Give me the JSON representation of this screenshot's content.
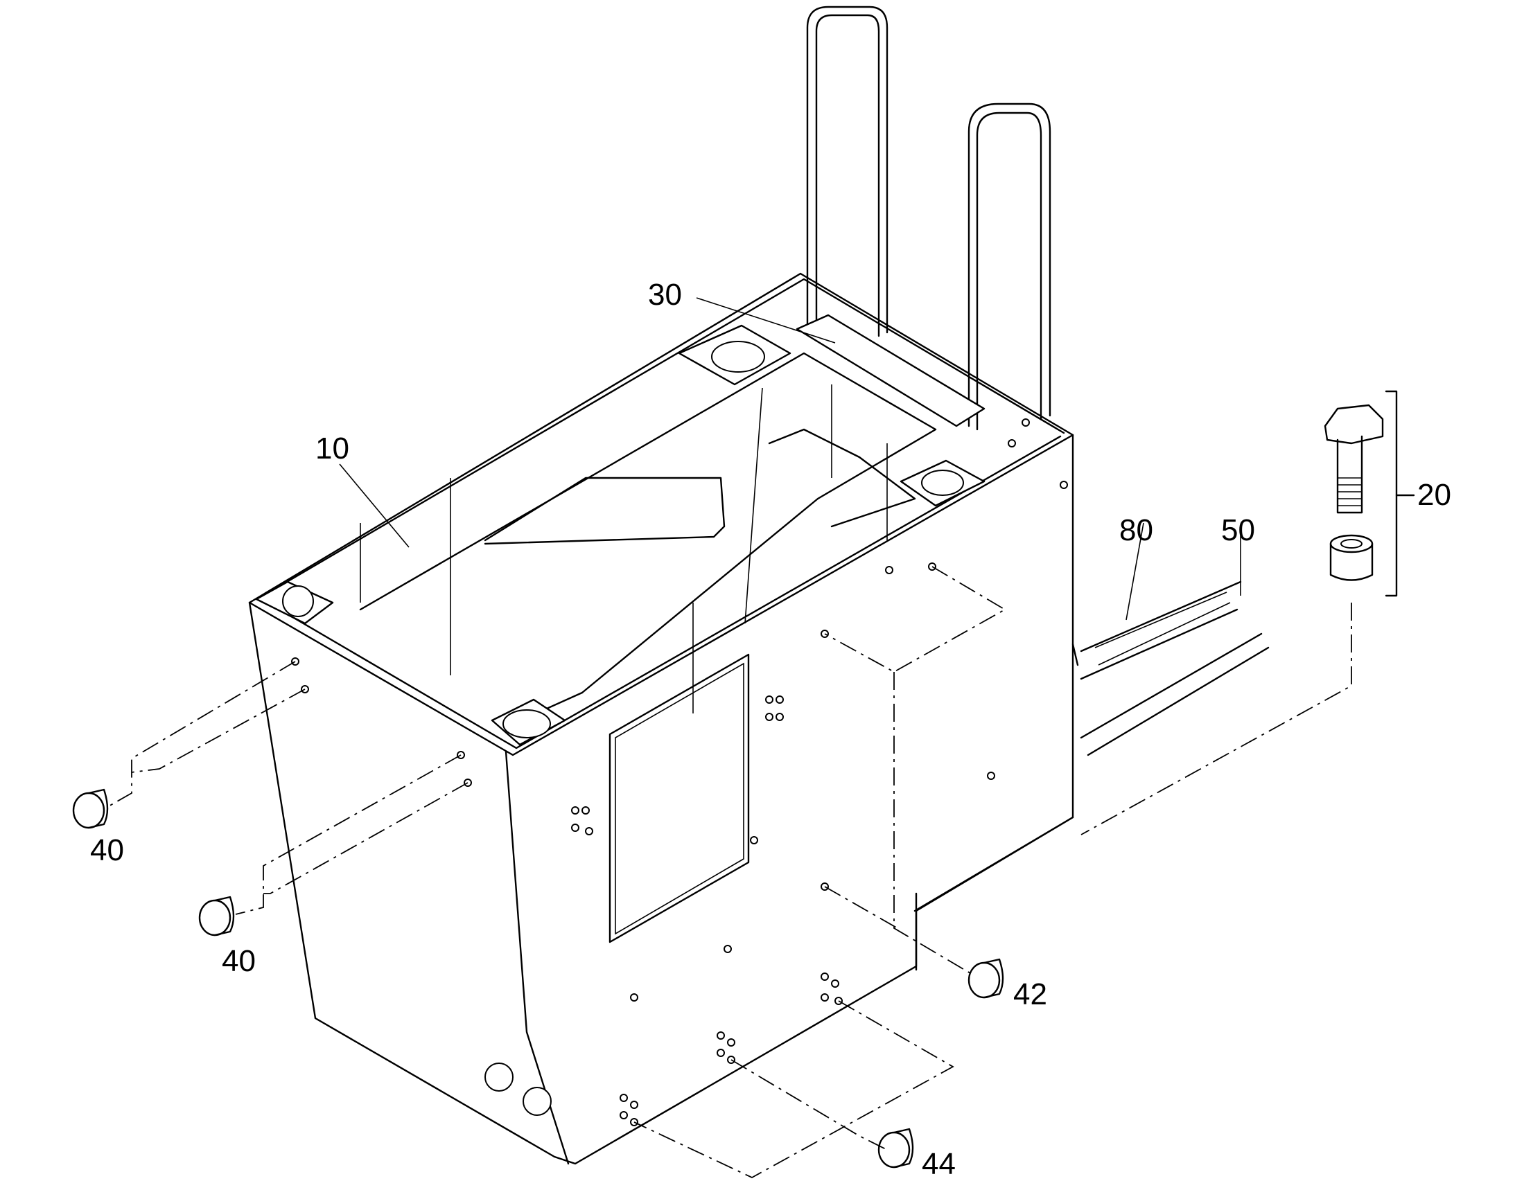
{
  "callouts": [
    {
      "id": "label-10",
      "text": "10"
    },
    {
      "id": "label-20",
      "text": "20"
    },
    {
      "id": "label-30",
      "text": "30"
    },
    {
      "id": "label-40a",
      "text": "40"
    },
    {
      "id": "label-40b",
      "text": "40"
    },
    {
      "id": "label-42",
      "text": "42"
    },
    {
      "id": "label-44",
      "text": "44"
    },
    {
      "id": "label-50",
      "text": "50"
    },
    {
      "id": "label-80",
      "text": "80"
    }
  ]
}
